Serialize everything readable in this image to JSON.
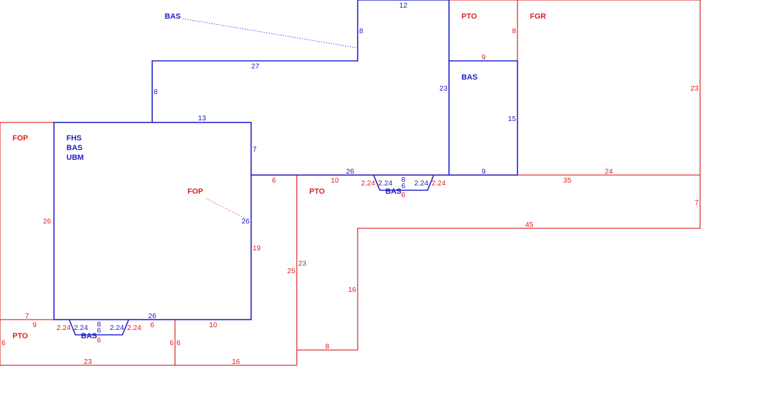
{
  "colors": {
    "main_area": "#2020d0",
    "other_area": "#e03030"
  },
  "area_labels": {
    "bas_top": "BAS",
    "pto_top": "PTO",
    "fgr": "FGR",
    "bas_right": "BAS",
    "fop_left": "FOP",
    "fhs": "FHS",
    "bas_main": "BAS",
    "ubm": "UBM",
    "fop_callout": "FOP",
    "pto_mid": "PTO",
    "bas_bay_right": "BAS",
    "pto_bottom": "PTO",
    "bas_bay_left": "BAS"
  },
  "dimensions": {
    "top_12": "12",
    "top_8_blue": "8",
    "top_27": "27",
    "left_8": "8",
    "top_23_blue": "23",
    "main_13": "13",
    "main_7": "7",
    "main_26_right": "26",
    "main_26_top": "26",
    "main_26_bottom": "26",
    "pto_top_8": "8",
    "pto_top_9": "9",
    "fgr_23": "23",
    "bas_right_15": "15",
    "bas_right_9": "9",
    "fgr_24": "24",
    "r_35": "35",
    "r_7": "7",
    "r_45": "45",
    "r_6_top": "6",
    "r_10": "10",
    "fop_26": "26",
    "r_19": "19",
    "r_23": "23",
    "r_25": "25",
    "r_16_vert": "16",
    "r_8_bottom": "8",
    "r_16_bottom": "16",
    "r_10_bottom": "10",
    "fop_7": "7",
    "pto_9": "9",
    "pto_6_left": "6",
    "pto_6_right_a": "6",
    "pto_6_right_b": "6",
    "pto_23": "23",
    "rb_224_a": "2.24",
    "rb_224_b": "2.24",
    "rb_8": "8",
    "rb_6": "6",
    "rb_224_c": "2.24",
    "rb_224_d": "2.24",
    "rb_6_bottom": "6",
    "lb_224_a": "2.24",
    "lb_224_b": "2.24",
    "lb_8": "8",
    "lb_6": "6",
    "lb_224_c": "2.24",
    "lb_224_d": "2.24",
    "lb_6_right": "6",
    "lb_6_bottom": "6"
  }
}
